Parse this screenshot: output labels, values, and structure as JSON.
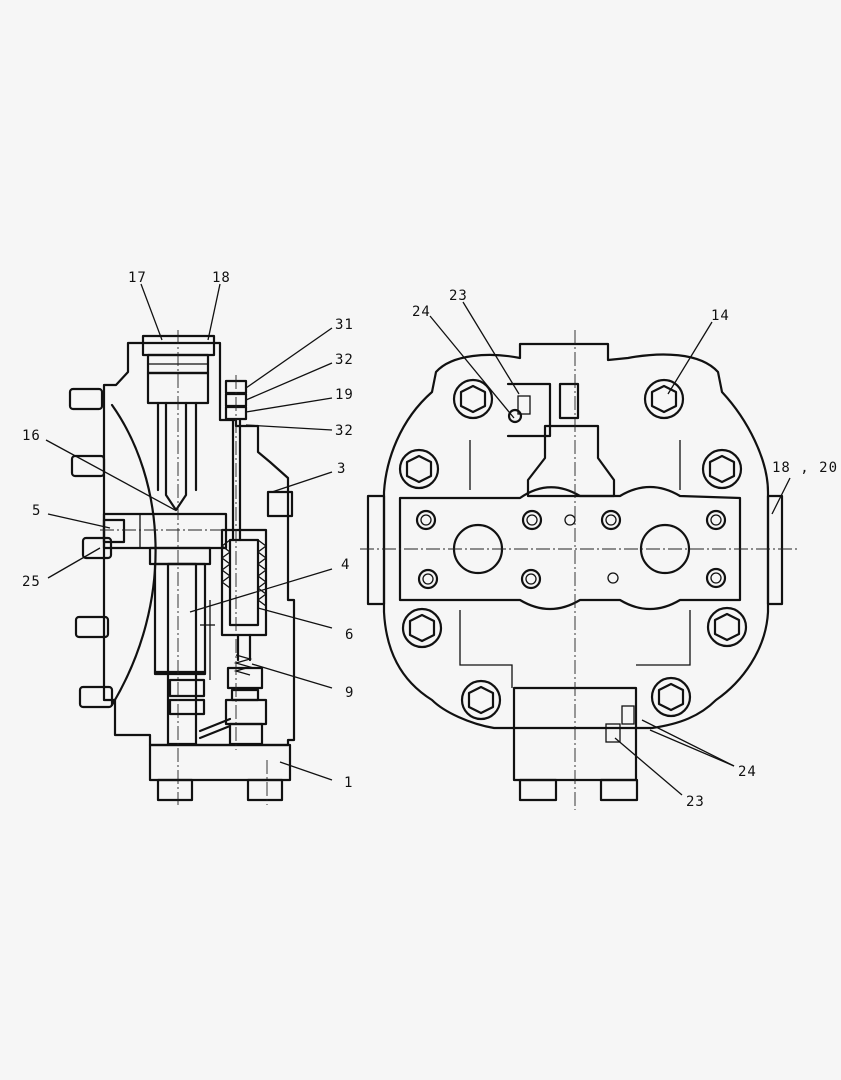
{
  "callouts": {
    "left": {
      "c17": "17",
      "c18": "18",
      "c31": "31",
      "c32a": "32",
      "c19": "19",
      "c32b": "32",
      "c16": "16",
      "c3": "3",
      "c5": "5",
      "c25": "25",
      "c4": "4",
      "c6": "6",
      "c9": "9",
      "c1": "1"
    },
    "right": {
      "c23top": "23",
      "c24top": "24",
      "c14": "14",
      "c18_20": "18 , 20",
      "c24bot": "24",
      "c23bot": "23"
    }
  },
  "colors": {
    "line": "#111111",
    "background": "#f6f6f6"
  }
}
